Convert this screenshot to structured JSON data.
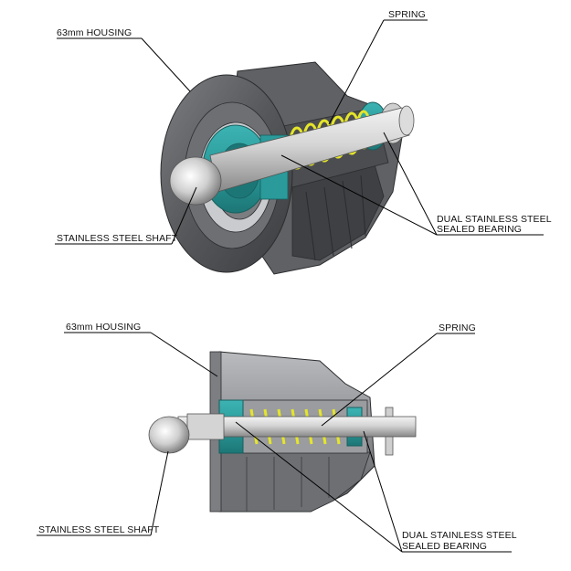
{
  "top_view": {
    "labels": {
      "housing": "63mm HOUSING",
      "spring": "SPRING",
      "bearing_line1": "DUAL STAINLESS STEEL",
      "bearing_line2": "SEALED BEARING",
      "shaft": "STAINLESS STEEL SHAFT"
    }
  },
  "bottom_view": {
    "labels": {
      "housing": "63mm HOUSING",
      "spring": "SPRING",
      "bearing_line1": "DUAL STAINLESS STEEL",
      "bearing_line2": "SEALED BEARING",
      "shaft": "STAINLESS STEEL SHAFT"
    }
  },
  "colors": {
    "housing": "#5b5d60",
    "housing_light": "#8e9094",
    "bearing": "#2a9a9a",
    "spring": "#e8e830",
    "shaft": "#d8d8d8"
  }
}
